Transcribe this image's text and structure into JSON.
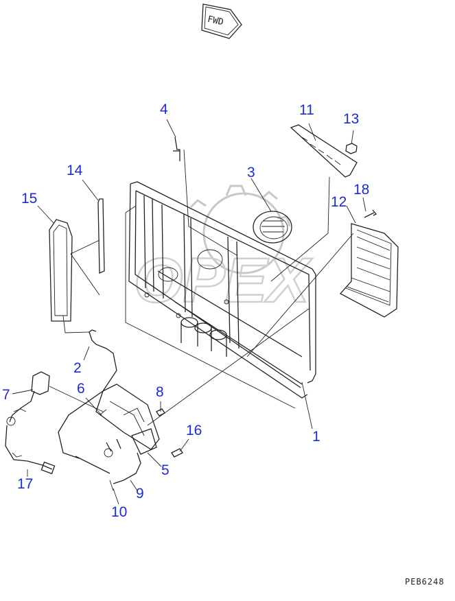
{
  "diagram": {
    "fwd_arrow": "FWD",
    "watermark": "OPEX",
    "drawing_code": "PEB6248",
    "callouts": [
      {
        "id": "c1",
        "label": "1"
      },
      {
        "id": "c2",
        "label": "2"
      },
      {
        "id": "c3",
        "label": "3"
      },
      {
        "id": "c4",
        "label": "4"
      },
      {
        "id": "c5",
        "label": "5"
      },
      {
        "id": "c6",
        "label": "6"
      },
      {
        "id": "c7",
        "label": "7"
      },
      {
        "id": "c8",
        "label": "8"
      },
      {
        "id": "c9",
        "label": "9"
      },
      {
        "id": "c10",
        "label": "10"
      },
      {
        "id": "c11",
        "label": "11"
      },
      {
        "id": "c12",
        "label": "12"
      },
      {
        "id": "c13",
        "label": "13"
      },
      {
        "id": "c14",
        "label": "14"
      },
      {
        "id": "c15",
        "label": "15"
      },
      {
        "id": "c16",
        "label": "16"
      },
      {
        "id": "c17",
        "label": "17"
      },
      {
        "id": "c18",
        "label": "18"
      }
    ],
    "colors": {
      "callout": "#1b2bd6",
      "linework": "#222222",
      "watermark": "#c8c8c8"
    }
  }
}
